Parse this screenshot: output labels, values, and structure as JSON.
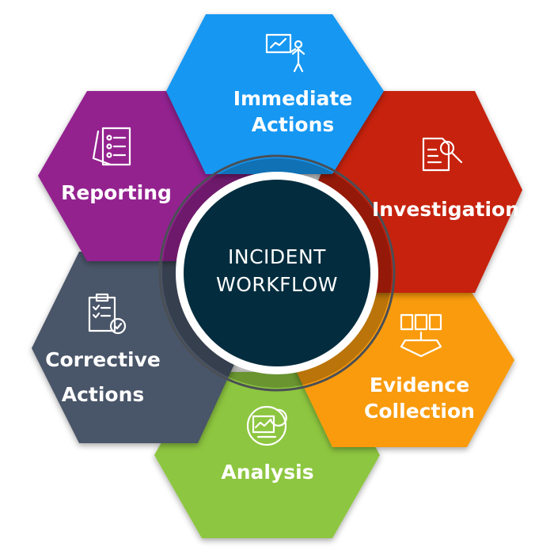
{
  "center": {
    "line1": "INCIDENT",
    "line2": "WORKFLOW"
  },
  "colors": {
    "immediate": "#1797F2",
    "investigation": "#C62009",
    "evidence": "#F99B09",
    "analysis": "#8DC63F",
    "corrective": "#4A5568",
    "reporting": "#93208F",
    "center": "#032D3E"
  },
  "segments": {
    "immediate": {
      "line1": "Immediate",
      "line2": "Actions",
      "icon": "presentation-icon"
    },
    "investigation": {
      "line1": "Investigation",
      "icon": "document-search-icon"
    },
    "evidence": {
      "line1": "Evidence",
      "line2": "Collection",
      "icon": "files-collection-icon"
    },
    "analysis": {
      "line1": "Analysis",
      "icon": "analytics-screen-icon"
    },
    "corrective": {
      "line1": "Corrective",
      "line2": "Actions",
      "icon": "clipboard-check-icon"
    },
    "reporting": {
      "line1": "Reporting",
      "icon": "report-pages-icon"
    }
  }
}
